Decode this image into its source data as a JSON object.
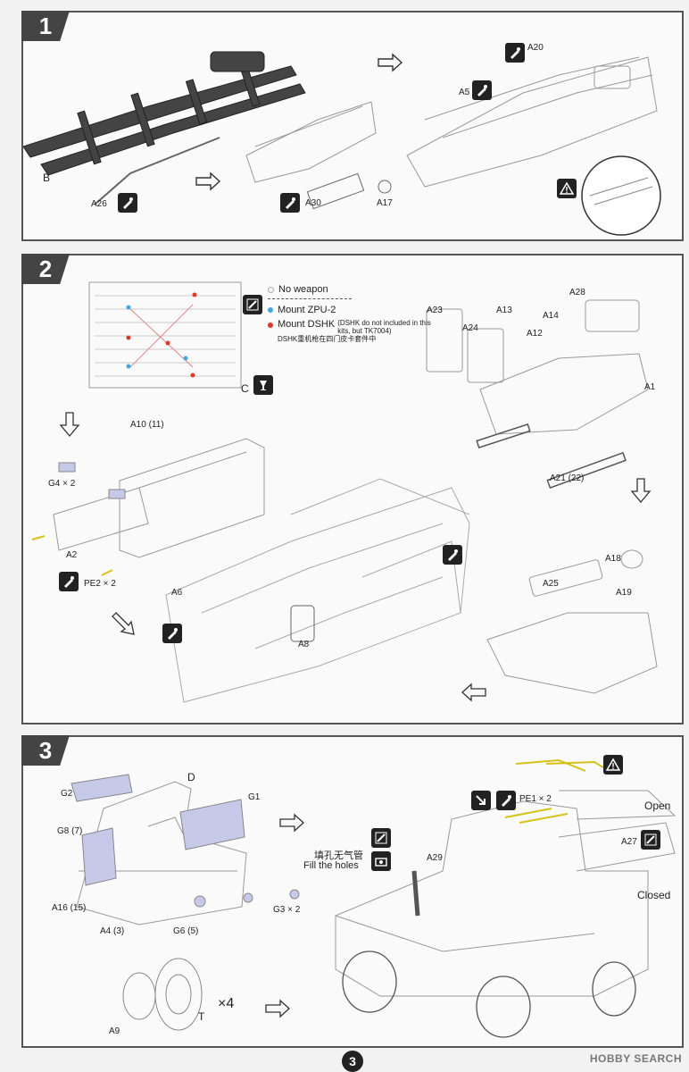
{
  "steps": [
    {
      "number": "1",
      "labels": [
        "B",
        "A26",
        "A30",
        "A17",
        "A20",
        "A5"
      ]
    },
    {
      "number": "2",
      "legend": {
        "no_weapon": "No weapon",
        "zpu": "Mount ZPU-2",
        "dshk": "Mount DSHK",
        "dshk_note": "(DSHK do not included in this kits, but TK7004)",
        "dshk_cn": "DSHK重机枪在四门皮卡套件中"
      },
      "labels": [
        "C",
        "A23",
        "A24",
        "A13",
        "A14",
        "A28",
        "A12",
        "A1",
        "A10 (11)",
        "G4 × 2",
        "A2",
        "PE2 × 2",
        "A21 (22)",
        "A6",
        "A8",
        "A18",
        "A25",
        "A19"
      ]
    },
    {
      "number": "3",
      "fill_holes_cn": "填孔无气管",
      "fill_holes": "Fill the holes",
      "labels": [
        "D",
        "G2",
        "G1",
        "G8 (7)",
        "A16 (15)",
        "A4 (3)",
        "G6 (5)",
        "G3 × 2",
        "A9",
        "T",
        "×4",
        "PE1 × 2",
        "Open",
        "A27",
        "Closed",
        "A29"
      ]
    }
  ],
  "page_number": "3",
  "watermark": "HOBBY SEARCH",
  "colors": {
    "zpu": "#3fa9e0",
    "dshk": "#d93b2b",
    "no_weapon": "#aaaaaa",
    "accent_yellow": "#d7c21a"
  }
}
